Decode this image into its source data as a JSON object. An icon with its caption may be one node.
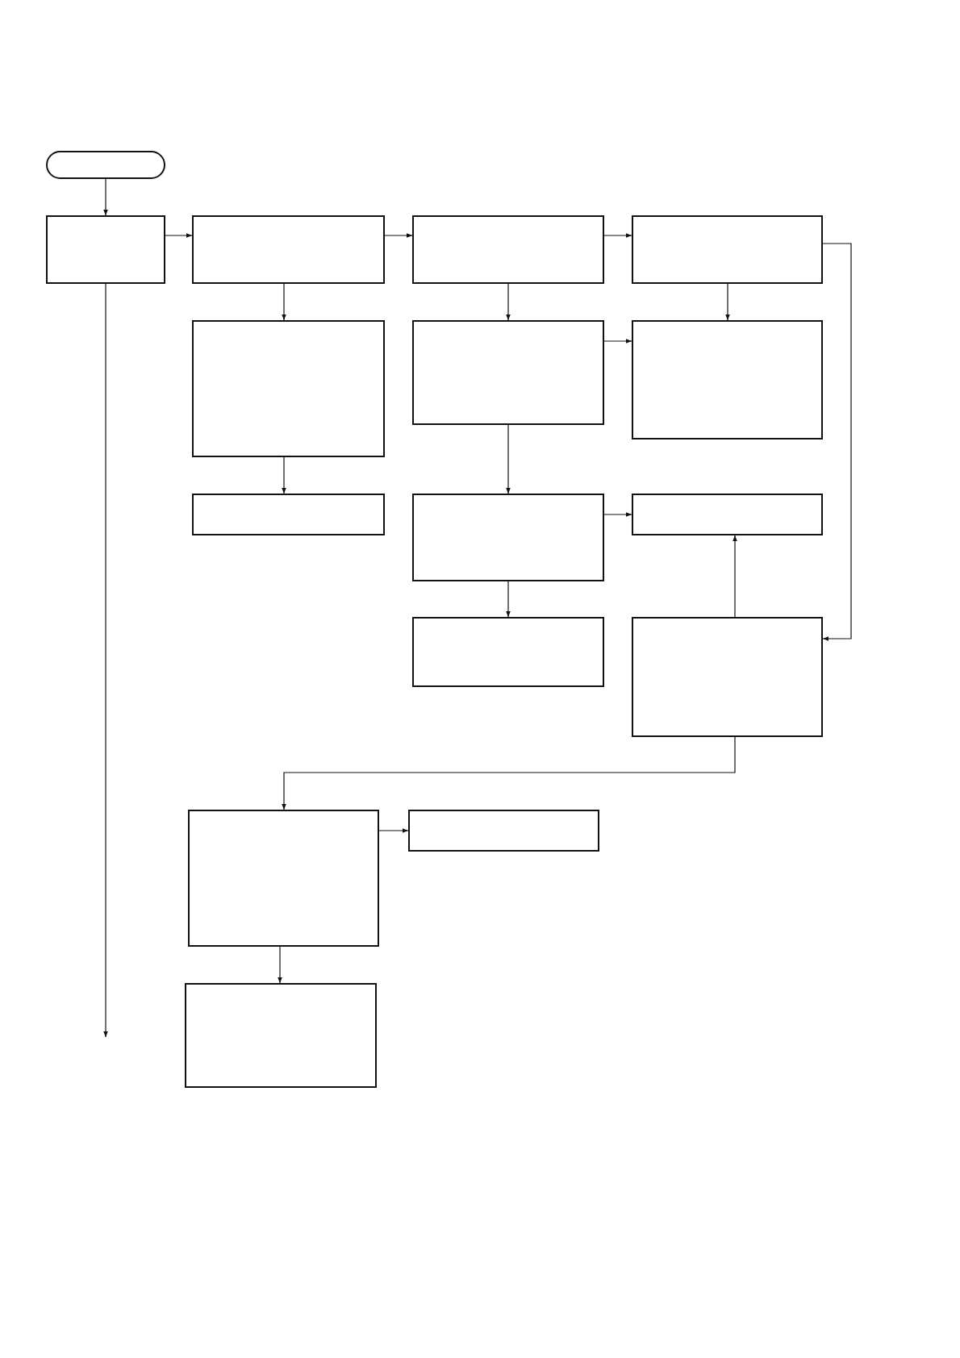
{
  "diagram": {
    "nodes": [
      {
        "text": [],
        "shape": "pill"
      },
      {
        "text": [],
        "shape": "box"
      },
      {
        "text": [],
        "shape": "box"
      },
      {
        "text": [],
        "shape": "box"
      },
      {
        "text": [],
        "shape": "box"
      },
      {
        "text": [],
        "shape": "box"
      },
      {
        "text": [],
        "shape": "box"
      },
      {
        "text": [],
        "shape": "box"
      },
      {
        "text": [],
        "shape": "box"
      },
      {
        "text": [],
        "shape": "box"
      },
      {
        "text": [],
        "shape": "box"
      },
      {
        "text": [],
        "shape": "box"
      },
      {
        "text": [],
        "shape": "box"
      },
      {
        "text": [],
        "shape": "box"
      },
      {
        "text": [],
        "shape": "box"
      },
      {
        "text": [],
        "shape": "box"
      }
    ],
    "edges": [
      {
        "from": 0,
        "to": 1,
        "arrow": "to"
      },
      {
        "from": 1,
        "to": 2,
        "arrow": "to"
      },
      {
        "from": 2,
        "to": 3,
        "arrow": "to"
      },
      {
        "from": 3,
        "to": 4,
        "arrow": "to"
      },
      {
        "from": 2,
        "to": 5,
        "arrow": "to"
      },
      {
        "from": 3,
        "to": 6,
        "arrow": "to"
      },
      {
        "from": 4,
        "to": 7,
        "arrow": "to"
      },
      {
        "from": 6,
        "to": 7,
        "arrow": "to"
      },
      {
        "from": 5,
        "to": 8,
        "arrow": "to"
      },
      {
        "from": 6,
        "to": 9,
        "arrow": "to"
      },
      {
        "from": 9,
        "to": 10,
        "arrow": "to"
      },
      {
        "from": 9,
        "to": 11,
        "arrow": "to"
      },
      {
        "from": 4,
        "to": 12,
        "arrow": "to"
      },
      {
        "from": 12,
        "to": 10,
        "arrow": "to"
      },
      {
        "from": 12,
        "to": 13,
        "arrow": "to"
      },
      {
        "from": 13,
        "to": 14,
        "arrow": "to"
      },
      {
        "from": 13,
        "to": 15,
        "arrow": "to"
      },
      {
        "from": 1,
        "to": null,
        "arrow": "to"
      }
    ]
  }
}
